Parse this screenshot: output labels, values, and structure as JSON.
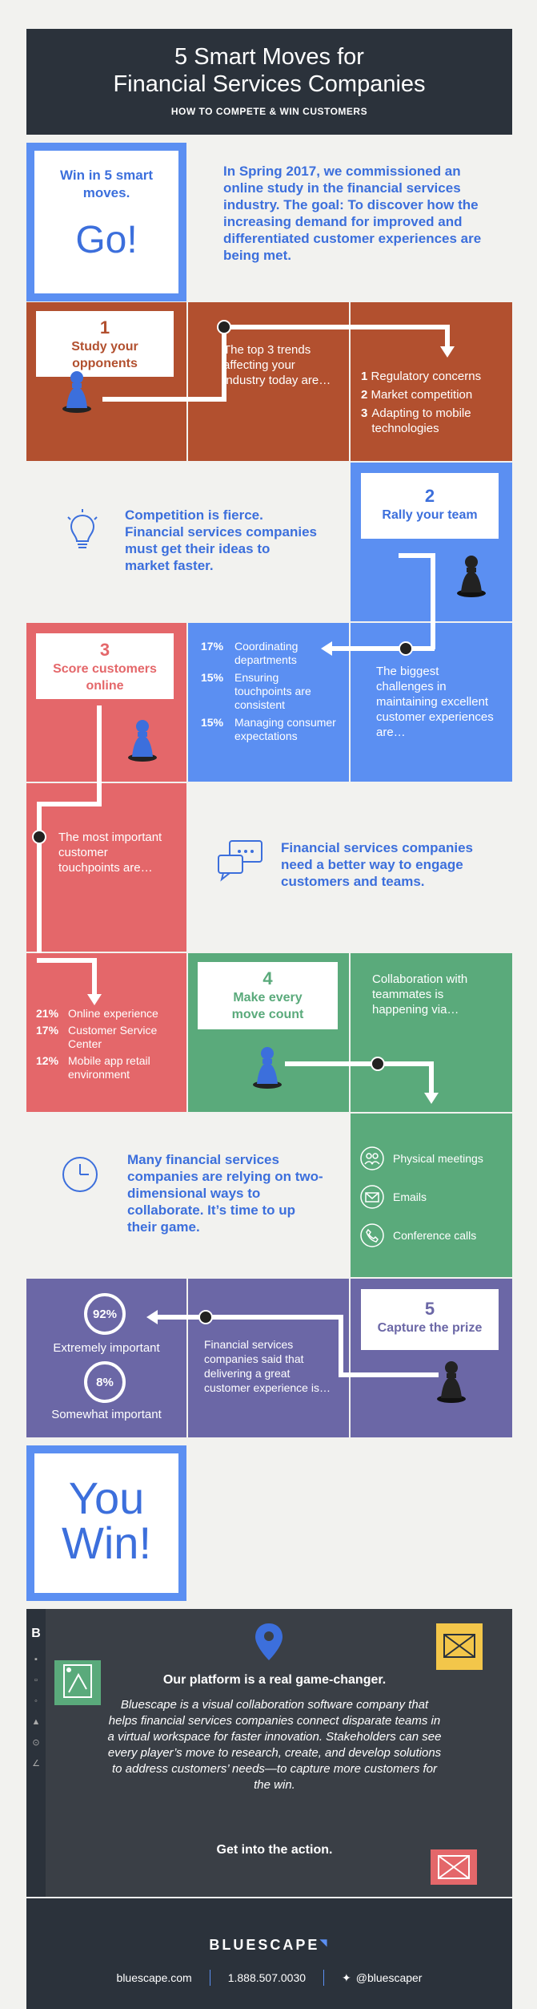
{
  "header": {
    "title_line1": "5 Smart Moves for",
    "title_line2": "Financial Services Companies",
    "subtitle": "HOW TO COMPETE & WIN CUSTOMERS"
  },
  "intro": {
    "card_text": "Win in 5 smart moves.",
    "go": "Go!",
    "text": "In Spring 2017, we commissioned an online study in the financial services industry. The goal: To discover how the increasing demand for improved and differentiated customer experiences are being met."
  },
  "move1": {
    "num": "1",
    "title": "Study your opponents",
    "text": "The top 3 trends affecting your industry today are…",
    "items": [
      {
        "n": "1",
        "label": "Regulatory concerns"
      },
      {
        "n": "2",
        "label": "Market competition"
      },
      {
        "n": "3",
        "label": "Adapting to mobile technologies"
      }
    ]
  },
  "move2": {
    "num": "2",
    "title": "Rally your team",
    "side_text": "Competition is fierce. Financial services companies must get their ideas to market faster.",
    "text": "The biggest challenges in maintaining excellent customer experiences are…",
    "items": [
      {
        "pct": "17%",
        "label": "Coordinating departments"
      },
      {
        "pct": "15%",
        "label": "Ensuring touchpoints are consistent"
      },
      {
        "pct": "15%",
        "label": "Managing consumer expectations"
      }
    ]
  },
  "move3": {
    "num": "3",
    "title": "Score customers online",
    "text": "The most important customer touchpoints are…",
    "side_text": "Financial services companies need a better way to engage customers and teams.",
    "items": [
      {
        "pct": "21%",
        "label": "Online experience"
      },
      {
        "pct": "17%",
        "label": "Customer Service Center"
      },
      {
        "pct": "12%",
        "label": "Mobile app retail environment"
      }
    ]
  },
  "move4": {
    "num": "4",
    "title": "Make every move count",
    "text": "Collaboration with teammates is happening via…",
    "items": [
      {
        "icon": "people-icon",
        "label": "Physical meetings"
      },
      {
        "icon": "email-icon",
        "label": "Emails"
      },
      {
        "icon": "phone-icon",
        "label": "Conference calls"
      }
    ],
    "side_text": "Many financial services companies are relying on two-dimensional ways to collaborate. It’s time to up their game."
  },
  "move5": {
    "num": "5",
    "title": "Capture the prize",
    "text": "Financial services companies said that delivering a great customer experience is…",
    "stats": [
      {
        "pct": "92%",
        "label": "Extremely important",
        "value": 92
      },
      {
        "pct": "8%",
        "label": "Somewhat important",
        "value": 8
      }
    ]
  },
  "win": {
    "text_line1": "You",
    "text_line2": "Win!"
  },
  "platform": {
    "heading": "Our platform is a real game-changer.",
    "body": "Bluescape is a visual collaboration software company that helps financial services companies connect disparate teams in a virtual workspace for faster innovation. Stakeholders can see every player’s move to research, create, and develop solutions to address customers’ needs—to capture more customers for the win.",
    "cta": "Get into the action."
  },
  "footer": {
    "brand": "BLUESCAPE",
    "website": "bluescape.com",
    "phone": "1.888.507.0030",
    "twitter": "@bluescaper"
  },
  "colors": {
    "dark": "#2b323b",
    "brown": "#b2502f",
    "blue": "#5b8ff2",
    "coral": "#e4676a",
    "green": "#5aaa7b",
    "purple": "#6b67a6",
    "accent_blue": "#3c6fdc"
  }
}
